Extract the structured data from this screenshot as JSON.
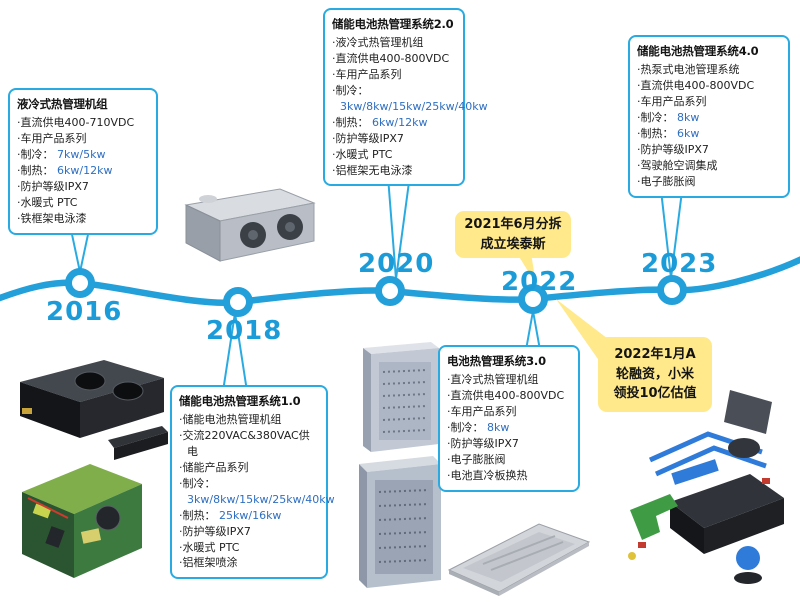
{
  "timeline": {
    "color": "#239fd9",
    "years": [
      "2016",
      "2018",
      "2020",
      "2022",
      "2023"
    ]
  },
  "callouts": {
    "c2016": {
      "title": "液冷式热管理机组",
      "items": [
        {
          "t": "·直流供电400-710VDC",
          "v": ""
        },
        {
          "t": "·车用产品系列",
          "v": ""
        },
        {
          "t": "·制冷：",
          "v": "7kw/5kw"
        },
        {
          "t": "·制热：",
          "v": "6kw/12kw"
        },
        {
          "t": "·防护等级IPX7",
          "v": ""
        },
        {
          "t": "·水暖式 PTC",
          "v": ""
        },
        {
          "t": "·铁框架电泳漆",
          "v": ""
        }
      ]
    },
    "c2018": {
      "title": "储能电池热管理系统1.0",
      "items": [
        {
          "t": "·储能电池热管理机组",
          "v": ""
        },
        {
          "t": "·交流220VAC&380VAC供电",
          "v": ""
        },
        {
          "t": "·储能产品系列",
          "v": ""
        },
        {
          "t": "·制冷：",
          "v": "3kw/8kw/15kw/25kw/40kw"
        },
        {
          "t": "·制热：",
          "v": "25kw/16kw"
        },
        {
          "t": "·防护等级IPX7",
          "v": ""
        },
        {
          "t": "·水暖式 PTC",
          "v": ""
        },
        {
          "t": "·铝框架喷涂",
          "v": ""
        }
      ]
    },
    "c2020": {
      "title": "储能电池热管理系统2.0",
      "items": [
        {
          "t": "·液冷式热管理机组",
          "v": ""
        },
        {
          "t": "·直流供电400-800VDC",
          "v": ""
        },
        {
          "t": "·车用产品系列",
          "v": ""
        },
        {
          "t": "·制冷：",
          "v": "3kw/8kw/15kw/25kw/40kw"
        },
        {
          "t": "·制热：",
          "v": "6kw/12kw"
        },
        {
          "t": "·防护等级IPX7",
          "v": ""
        },
        {
          "t": "·水暖式 PTC",
          "v": ""
        },
        {
          "t": "·铝框架无电泳漆",
          "v": ""
        }
      ]
    },
    "c2022": {
      "title": "电池热管理系统3.0",
      "items": [
        {
          "t": "·直冷式热管理机组",
          "v": ""
        },
        {
          "t": "·直流供电400-800VDC",
          "v": ""
        },
        {
          "t": "·车用产品系列",
          "v": ""
        },
        {
          "t": "·制冷：",
          "v": "8kw"
        },
        {
          "t": "·防护等级IPX7",
          "v": ""
        },
        {
          "t": "·电子膨胀阀",
          "v": ""
        },
        {
          "t": "·电池直冷板换热",
          "v": ""
        }
      ]
    },
    "c2023": {
      "title": "储能电池热管理系统4.0",
      "items": [
        {
          "t": "·热泵式电池管理系统",
          "v": ""
        },
        {
          "t": "·直流供电400-800VDC",
          "v": ""
        },
        {
          "t": "·车用产品系列",
          "v": ""
        },
        {
          "t": "·制冷：",
          "v": "8kw"
        },
        {
          "t": "·制热：",
          "v": "6kw"
        },
        {
          "t": "·防护等级IPX7",
          "v": ""
        },
        {
          "t": "·驾驶舱空调集成",
          "v": ""
        },
        {
          "t": "·电子膨胀阀",
          "v": ""
        }
      ]
    }
  },
  "highlights": {
    "h2021": {
      "text": "2021年6月分拆\n成立埃泰斯"
    },
    "h2022": {
      "text": "2022年1月A\n轮融资，小米\n领投10亿估值"
    }
  },
  "products": {
    "list": [
      "liquid-cooled-chiller-unit",
      "vehicle-black-hvac-unit",
      "open-chassis-green-unit",
      "storage-cabinet-small",
      "storage-cabinet-large",
      "battery-cold-plate",
      "exploded-thermal-assembly"
    ]
  }
}
